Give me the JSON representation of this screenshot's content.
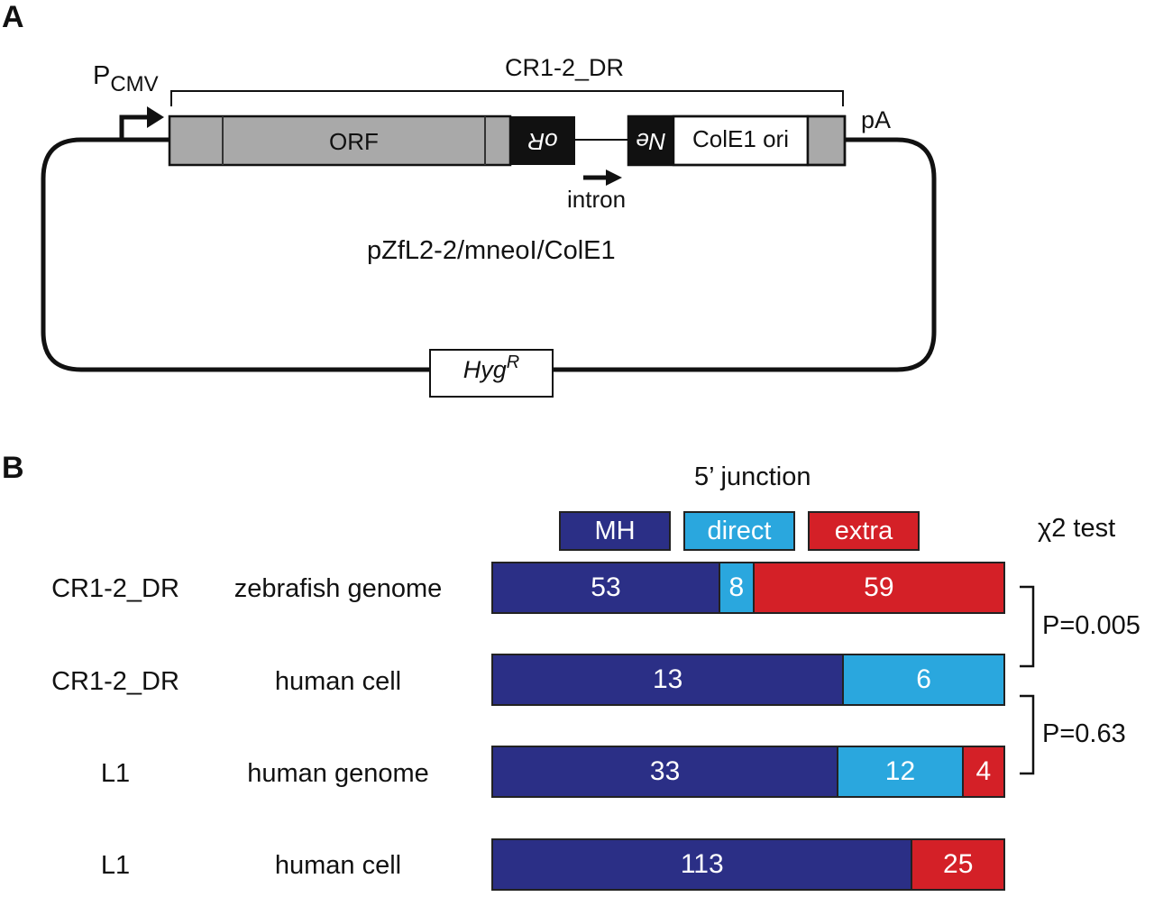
{
  "panel_a": {
    "label": "A",
    "promoter": {
      "main": "P",
      "sub": "CMV"
    },
    "bracket_label": "CR1-2_DR",
    "orf_label": "ORF",
    "or_label": "oR",
    "ne_label": "Ne",
    "cole1_label": "ColE1 ori",
    "pa_label": "pA",
    "intron_label": "intron",
    "plasmid_name": "pZfL2-2/mneoI/ColE1",
    "hyg": {
      "main": "Hyg",
      "sup": "R"
    }
  },
  "panel_b": {
    "label": "B",
    "title": "5’ junction",
    "legend": [
      {
        "name": "MH",
        "color": "#2b2f86"
      },
      {
        "name": "direct",
        "color": "#2aa7de"
      },
      {
        "name": "extra",
        "color": "#d42027"
      }
    ],
    "test_label": "χ2 test",
    "pvalues": [
      "P=0.005",
      "P=0.63"
    ],
    "rows": [
      {
        "element": "CR1-2_DR",
        "context": "zebrafish genome",
        "values": [
          53,
          8,
          59
        ]
      },
      {
        "element": "CR1-2_DR",
        "context": "human cell",
        "values": [
          13,
          6,
          0
        ]
      },
      {
        "element": "L1",
        "context": "human genome",
        "values": [
          33,
          12,
          4
        ]
      },
      {
        "element": "L1",
        "context": "human cell",
        "values": [
          113,
          0,
          25
        ]
      }
    ]
  },
  "chart_data": {
    "type": "bar",
    "title": "5’ junction",
    "categories": [
      "CR1-2_DR zebrafish genome",
      "CR1-2_DR human cell",
      "L1 human genome",
      "L1 human cell"
    ],
    "series": [
      {
        "name": "MH",
        "values": [
          53,
          13,
          33,
          113
        ]
      },
      {
        "name": "direct",
        "values": [
          8,
          6,
          12,
          0
        ]
      },
      {
        "name": "extra",
        "values": [
          59,
          0,
          4,
          25
        ]
      }
    ],
    "stacked": "percent",
    "orientation": "horizontal"
  }
}
